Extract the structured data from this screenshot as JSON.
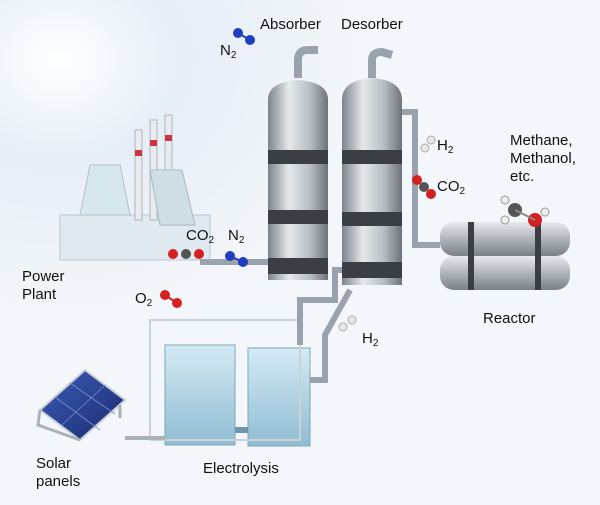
{
  "labels": {
    "absorber": "Absorber",
    "desorber": "Desorber",
    "n2_top": {
      "main": "N",
      "sub": "2"
    },
    "h2_right": {
      "main": "H",
      "sub": "2"
    },
    "co2_right": {
      "main": "CO",
      "sub": "2"
    },
    "products": [
      "Methane,",
      "Methanol,",
      "etc."
    ],
    "co2_left": {
      "main": "CO",
      "sub": "2"
    },
    "n2_mid": {
      "main": "N",
      "sub": "2"
    },
    "power_plant": [
      "Power",
      "Plant"
    ],
    "o2": {
      "main": "O",
      "sub": "2"
    },
    "h2_bottom": {
      "main": "H",
      "sub": "2"
    },
    "reactor": "Reactor",
    "solar_panels": [
      "Solar",
      "panels"
    ],
    "electrolysis": "Electrolysis"
  },
  "colors": {
    "nitrogen": "#1f3fbf",
    "oxygen": "#d42020",
    "carbon": "#555555",
    "hydrogen": "#e8e8e8",
    "pipe": "#9aa3ad",
    "column_band": "#3b3f45"
  }
}
